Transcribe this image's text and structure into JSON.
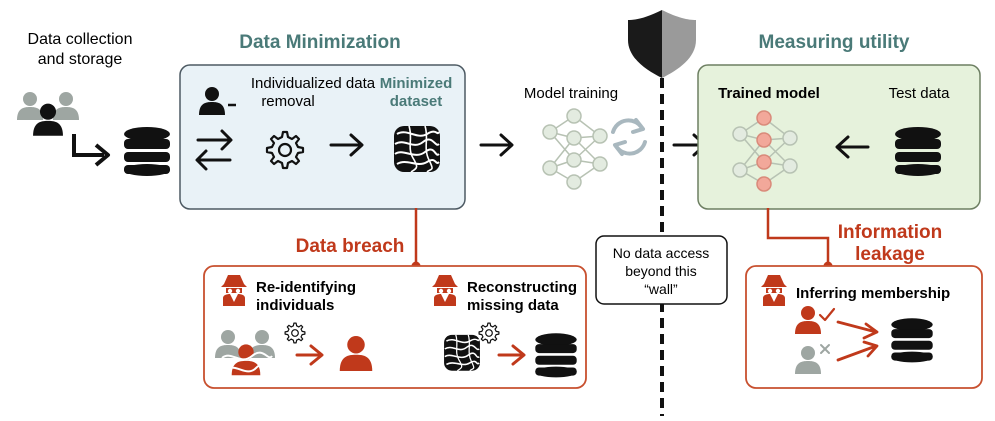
{
  "colors": {
    "teal_title": "#4a7a78",
    "breach_red": "#c0391b",
    "blue_fill": "#e9f2f7",
    "blue_stroke": "#4d5a63",
    "green_fill": "#e6f2dc",
    "green_stroke": "#6d7f62",
    "red_stroke": "#c8502f",
    "node_gray": "#c9d3c6",
    "node_red": "#f2a89a",
    "person_gray": "#9ea6a2"
  },
  "collection": {
    "line1": "Data collection",
    "line2": "and storage"
  },
  "minimization": {
    "title": "Data Minimization",
    "removal_line1": "Individualized data",
    "removal_line2": "removal",
    "minimized_line1": "Minimized",
    "minimized_line2": "dataset"
  },
  "training": {
    "label": "Model training"
  },
  "wall": {
    "line1": "No data access",
    "line2": "beyond this",
    "line3": "“wall”"
  },
  "utility": {
    "title": "Measuring utility",
    "trained": "Trained model",
    "test": "Test data"
  },
  "breach": {
    "title": "Data breach",
    "reid_line1": "Re-identifying",
    "reid_line2": "individuals",
    "recon_line1": "Reconstructing",
    "recon_line2": "missing data"
  },
  "leakage": {
    "title_line1": "Information",
    "title_line2": "leakage",
    "membership": "Inferring membership"
  },
  "icons": [
    "people-group-icon",
    "database-icon",
    "remove-person-icon",
    "swap-arrows-icon",
    "gear-icon",
    "minimized-database-icon",
    "neural-network-icon",
    "refresh-icon",
    "shield-icon",
    "spy-icon",
    "person-icon",
    "check-icon",
    "cross-icon"
  ]
}
